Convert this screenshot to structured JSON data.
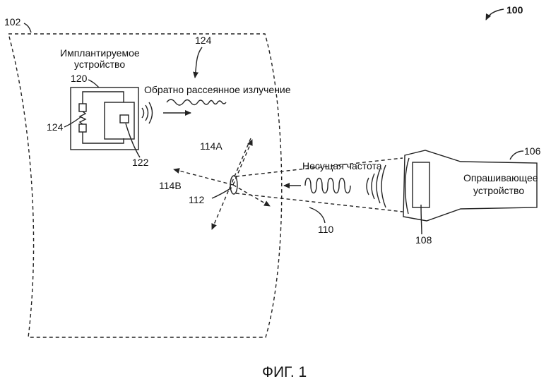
{
  "figure": {
    "ref_main": "100",
    "caption": "ФИГ. 1"
  },
  "tissue": {
    "ref": "102"
  },
  "implant": {
    "title_line1": "Имплантируемое",
    "title_line2": "устройство",
    "ref_device": "120",
    "ref_circuit": "124",
    "ref_chip": "122"
  },
  "backscatter": {
    "ref": "124",
    "label": "Обратно рассеянное излучение"
  },
  "optics": {
    "ref_lens": "112",
    "ref_dir_a": "114A",
    "ref_dir_b": "114B",
    "ref_beam": "110"
  },
  "carrier": {
    "label": "Несущая частота"
  },
  "interrogator": {
    "ref": "106",
    "label_line1": "Опрашивающее",
    "label_line2": "устройство",
    "ref_emitter": "108"
  }
}
